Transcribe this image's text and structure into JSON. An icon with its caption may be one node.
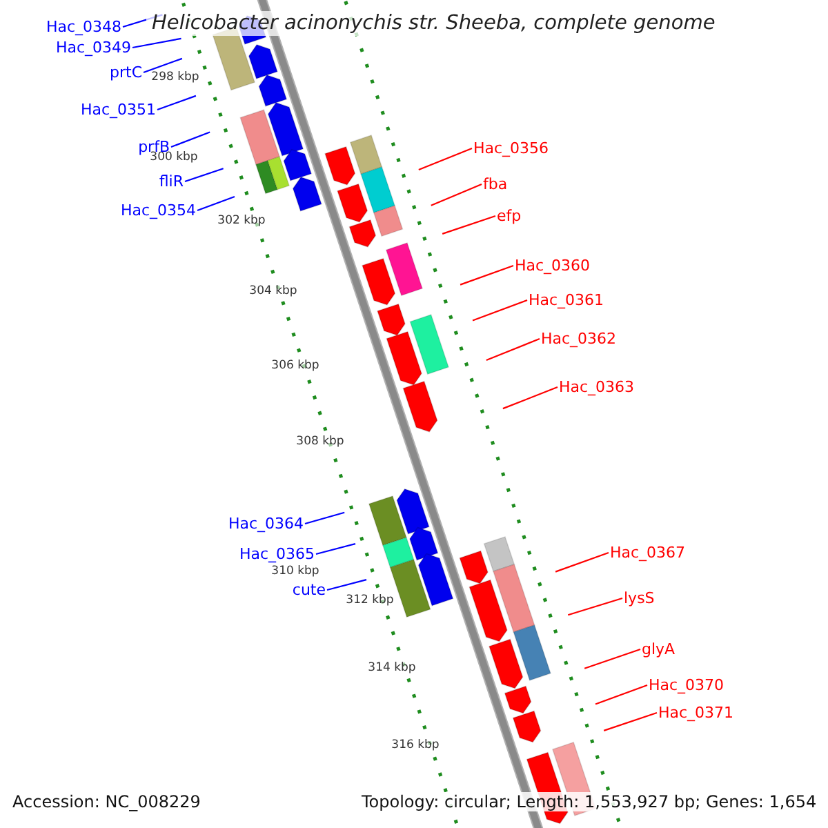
{
  "diagram": {
    "title": "Helicobacter acinonychis str. Sheeba, complete genome",
    "nodes": [
      {
        "text": [
          "Hac_0348"
        ]
      },
      {
        "text": [
          "Hac_0349"
        ]
      },
      {
        "text": [
          "prtC"
        ]
      },
      {
        "text": [
          "Hac_0351"
        ]
      },
      {
        "text": [
          "prfB"
        ]
      },
      {
        "text": [
          "fliR"
        ]
      },
      {
        "text": [
          "Hac_0354"
        ]
      },
      {
        "text": [
          "Hac_0356"
        ]
      },
      {
        "text": [
          "fba"
        ]
      },
      {
        "text": [
          "efp"
        ]
      },
      {
        "text": [
          "Hac_0360"
        ]
      },
      {
        "text": [
          "Hac_0361"
        ]
      },
      {
        "text": [
          "Hac_0362"
        ]
      },
      {
        "text": [
          "Hac_0363"
        ]
      },
      {
        "text": [
          "Hac_0364"
        ]
      },
      {
        "text": [
          "Hac_0365"
        ]
      },
      {
        "text": [
          "cute"
        ]
      },
      {
        "text": [
          "Hac_0367"
        ]
      },
      {
        "text": [
          "lysS"
        ]
      },
      {
        "text": [
          "glyA"
        ]
      },
      {
        "text": [
          "Hac_0370"
        ]
      },
      {
        "text": [
          "Hac_0371"
        ]
      }
    ],
    "edges": [
      {
        "from": 0,
        "to": null,
        "arrow": "none",
        "color": "#0000ff"
      },
      {
        "from": 1,
        "to": null,
        "arrow": "none",
        "color": "#0000ff"
      },
      {
        "from": 2,
        "to": null,
        "arrow": "none",
        "color": "#0000ff"
      },
      {
        "from": 3,
        "to": null,
        "arrow": "none",
        "color": "#0000ff"
      },
      {
        "from": 4,
        "to": null,
        "arrow": "none",
        "color": "#0000ff"
      },
      {
        "from": 5,
        "to": null,
        "arrow": "none",
        "color": "#0000ff"
      },
      {
        "from": 6,
        "to": null,
        "arrow": "none",
        "color": "#0000ff"
      },
      {
        "from": 7,
        "to": null,
        "arrow": "none"
      },
      {
        "from": 8,
        "to": null,
        "arrow": "none"
      },
      {
        "from": 9,
        "to": null,
        "arrow": "none"
      },
      {
        "from": 10,
        "to": null,
        "arrow": "none"
      },
      {
        "from": 11,
        "to": null,
        "arrow": "none"
      },
      {
        "from": 12,
        "to": null,
        "arrow": "none"
      },
      {
        "from": 13,
        "to": null,
        "arrow": "none"
      },
      {
        "from": 14,
        "to": null,
        "arrow": "none",
        "color": "#0000ff"
      },
      {
        "from": 15,
        "to": null,
        "arrow": "none",
        "color": "#0000ff"
      },
      {
        "from": 16,
        "to": null,
        "arrow": "none",
        "color": "#0000ff"
      },
      {
        "from": 17,
        "to": null,
        "arrow": "none"
      },
      {
        "from": 18,
        "to": null,
        "arrow": "none"
      },
      {
        "from": 19,
        "to": null,
        "arrow": "none"
      },
      {
        "from": 20,
        "to": null,
        "arrow": "none"
      },
      {
        "from": 21,
        "to": null,
        "arrow": "none"
      }
    ],
    "labels": [
      "298 kbp",
      "300 kbp",
      "302 kbp",
      "304 kbp",
      "306 kbp",
      "308 kbp",
      "310 kbp",
      "312 kbp",
      "314 kbp",
      "316 kbp",
      "Accession: NC_008229",
      "Topology: circular; Length: 1,553,927 bp; Genes: 1,654"
    ]
  }
}
